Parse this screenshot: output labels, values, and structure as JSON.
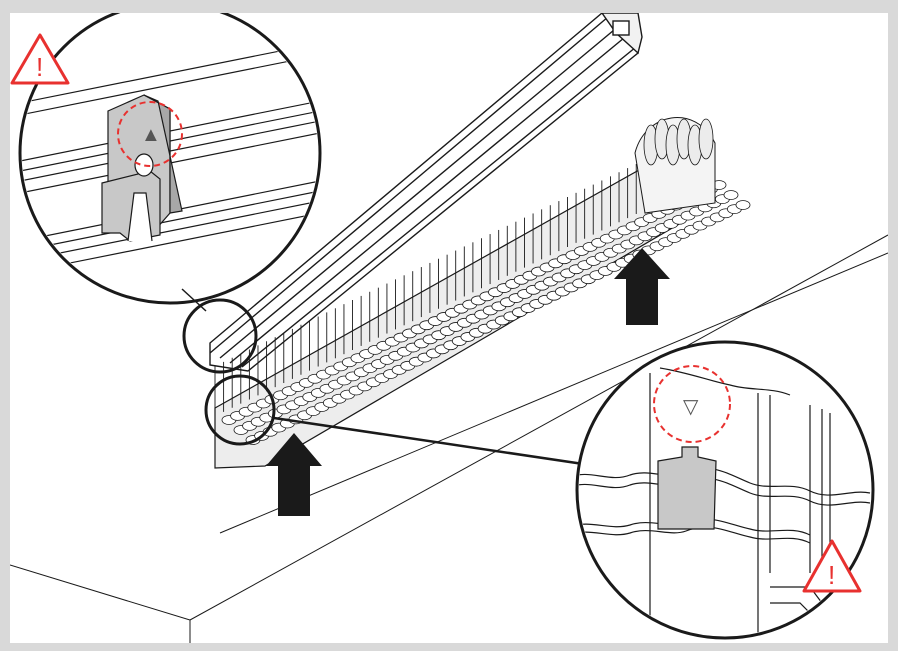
{
  "figure": {
    "kind": "assembly-instruction-illustration",
    "steps": [
      {
        "action": "push-up",
        "icon": "up-arrow-icon"
      },
      {
        "action": "push-up",
        "icon": "up-arrow-icon"
      }
    ],
    "warnings": [
      {
        "icon": "warning-triangle-icon",
        "symbol": "!"
      },
      {
        "icon": "warning-triangle-icon",
        "symbol": "!"
      }
    ],
    "details": [
      {
        "icon": "clip-detail-icon",
        "marker": "▲"
      },
      {
        "icon": "diffuser-detail-icon",
        "marker": "▽"
      }
    ],
    "colors": {
      "warning": "#e8312f",
      "arrow": "#1a1a1a",
      "line": "#1a1a1a",
      "fill_grey": "#c8c8c8",
      "background": "#ffffff",
      "frame": "#d9d9d9"
    }
  }
}
